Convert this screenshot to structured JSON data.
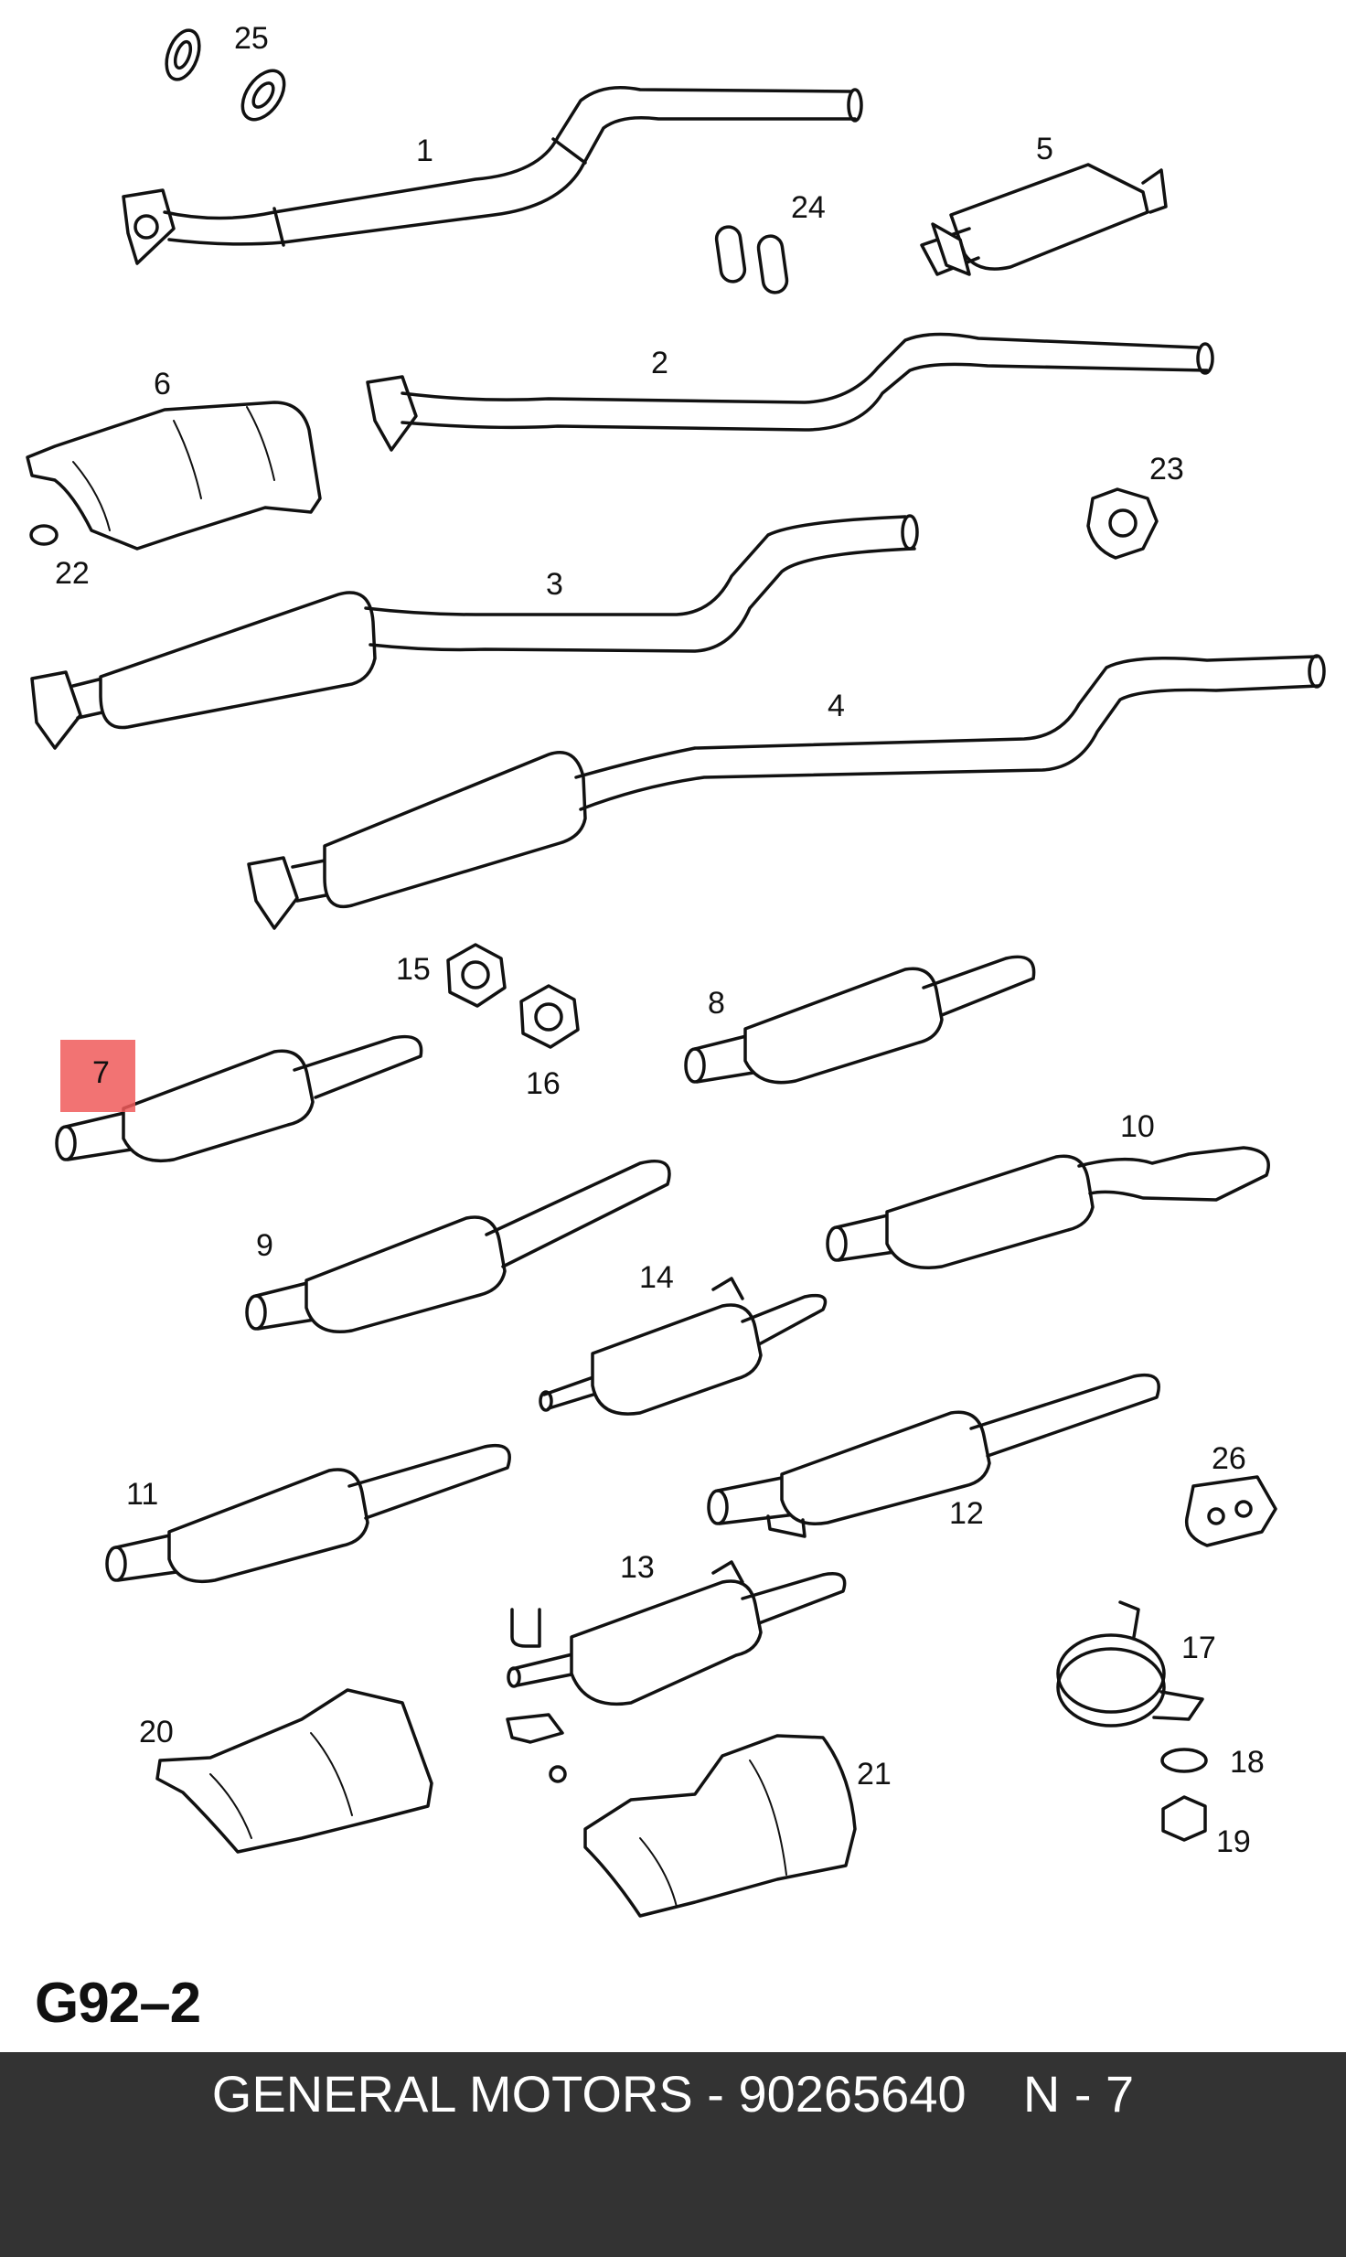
{
  "diagram": {
    "callouts": [
      {
        "id": "c1",
        "text": "1"
      },
      {
        "id": "c2",
        "text": "2"
      },
      {
        "id": "c3",
        "text": "3"
      },
      {
        "id": "c4",
        "text": "4"
      },
      {
        "id": "c5",
        "text": "5"
      },
      {
        "id": "c6",
        "text": "6"
      },
      {
        "id": "c7",
        "text": "7"
      },
      {
        "id": "c8",
        "text": "8"
      },
      {
        "id": "c9",
        "text": "9"
      },
      {
        "id": "c10",
        "text": "10"
      },
      {
        "id": "c11",
        "text": "11"
      },
      {
        "id": "c12",
        "text": "12"
      },
      {
        "id": "c13",
        "text": "13"
      },
      {
        "id": "c14",
        "text": "14"
      },
      {
        "id": "c15",
        "text": "15"
      },
      {
        "id": "c16",
        "text": "16"
      },
      {
        "id": "c17",
        "text": "17"
      },
      {
        "id": "c18",
        "text": "18"
      },
      {
        "id": "c19",
        "text": "19"
      },
      {
        "id": "c20",
        "text": "20"
      },
      {
        "id": "c21",
        "text": "21"
      },
      {
        "id": "c22",
        "text": "22"
      },
      {
        "id": "c23",
        "text": "23"
      },
      {
        "id": "c24",
        "text": "24"
      },
      {
        "id": "c25",
        "text": "25"
      },
      {
        "id": "c26",
        "text": "26"
      }
    ],
    "highlighted_callout": "7",
    "highlight_color": "#f05a5a",
    "diagram_code": "G92–2"
  },
  "footer": {
    "brand": "GENERAL MOTORS",
    "separator": "-",
    "part_number": "90265640",
    "position_label": "N - 7",
    "background_color": "#333333"
  }
}
